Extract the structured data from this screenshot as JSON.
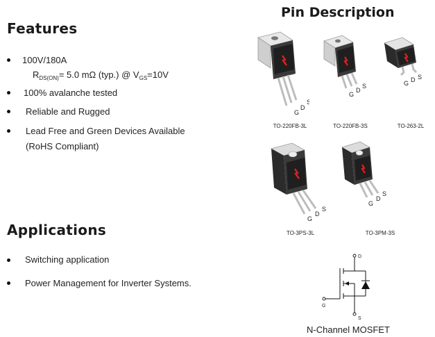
{
  "features": {
    "title": "Features",
    "items": [
      "100V/180A",
      "100% avalanche tested",
      "Reliable and Rugged",
      "Lead Free and Green Devices Available",
      "(RoHS Compliant)"
    ],
    "rds": {
      "r": "R",
      "sub": "DS(ON)",
      "mid": "= 5.0 mΩ (typ.) @ V",
      "vsub": "GS",
      "end": "=10V"
    }
  },
  "applications": {
    "title": "Applications",
    "items": [
      "Switching application",
      "Power Management for Inverter Systems."
    ]
  },
  "pins": {
    "title": "Pin Description",
    "packages": [
      "TO-220FB-3L",
      "TO-220FB-3S",
      "TO-263-2L",
      "TO-3PS-3L",
      "TO-3PM-3S"
    ],
    "letters": {
      "g": "G",
      "d": "D",
      "s": "S"
    }
  },
  "mosfet": {
    "caption": "N-Channel MOSFET",
    "d": "D",
    "g": "G",
    "s": "S"
  }
}
